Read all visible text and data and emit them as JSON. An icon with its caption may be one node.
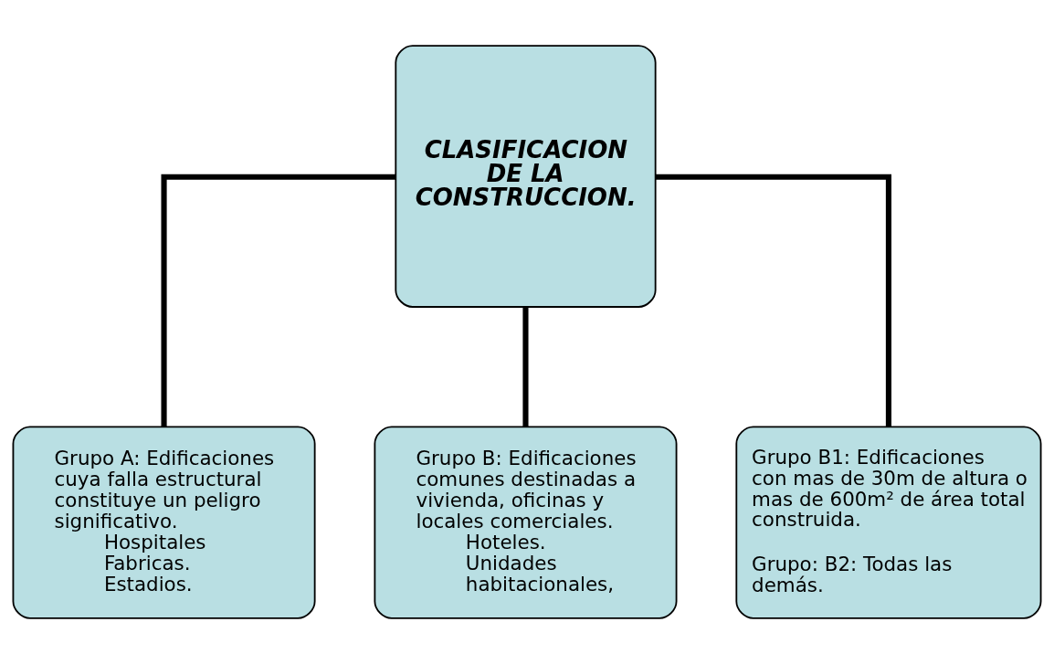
{
  "diagram": {
    "nodes": [
      {
        "text": [
          "CLASIFICACION DE LA CONSTRUCCION."
        ]
      },
      {
        "text": [
          "Grupo A: Edificaciones cuya falla estructural constituye un peligro significativo.",
          "Hospitales",
          "Fabricas.",
          "Estadios."
        ]
      },
      {
        "text": [
          "Grupo B: Edificaciones comunes destinadas a vivienda, oficinas y locales comerciales.",
          "Hoteles.",
          "Unidades habitacionales,"
        ]
      },
      {
        "text": [
          "Grupo B1: Edificaciones con mas de 30m de altura o mas de 600m² de área total construida.",
          "Grupo: B2: Todas las demás."
        ]
      }
    ],
    "edges": [
      {
        "from": 0,
        "to": 1,
        "arrow": "none"
      },
      {
        "from": 0,
        "to": 2,
        "arrow": "none"
      },
      {
        "from": 0,
        "to": 3,
        "arrow": "none"
      }
    ]
  }
}
